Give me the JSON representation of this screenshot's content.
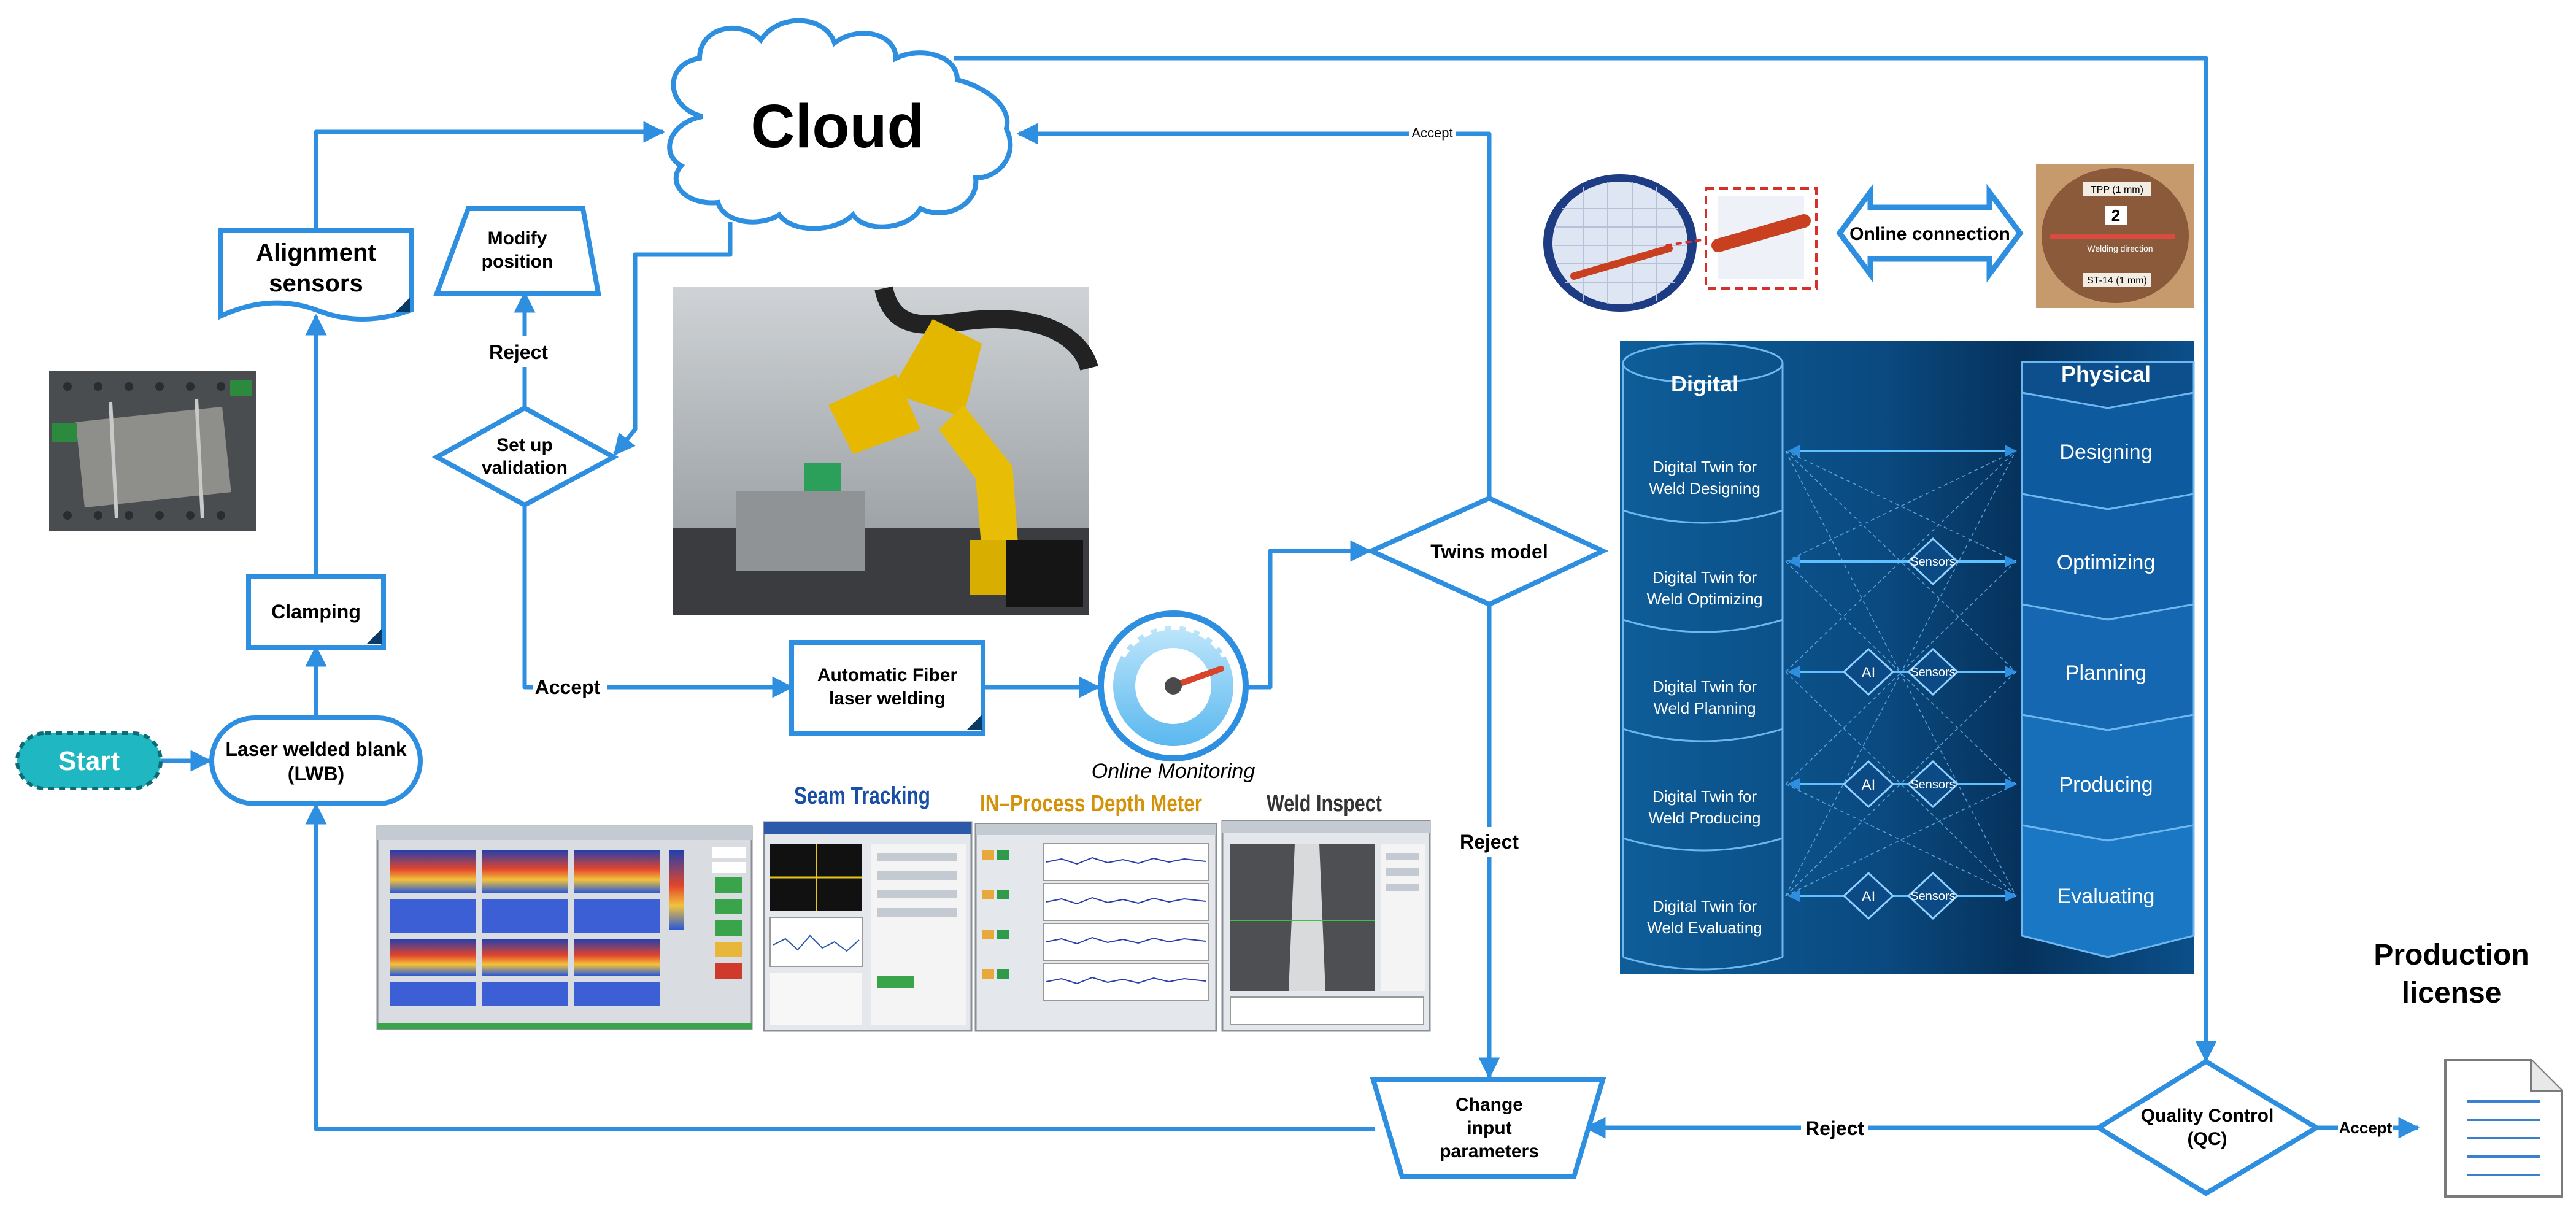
{
  "nodes": {
    "start": "Start",
    "lwb_line1": "Laser welded blank",
    "lwb_line2": "(LWB)",
    "clamping": "Clamping",
    "alignment_line1": "Alignment",
    "alignment_line2": "sensors",
    "cloud": "Cloud",
    "modify_line1": "Modify",
    "modify_line2": "position",
    "setup_line1": "Set up",
    "setup_line2": "validation",
    "afw_line1": "Automatic Fiber",
    "afw_line2": "laser welding",
    "online_monitoring": "Online Monitoring",
    "twins_model": "Twins model",
    "change_line1": "Change",
    "change_line2": "input",
    "change_line3": "parameters",
    "qc_line1": "Quality Control",
    "qc_line2": "(QC)",
    "production_line1": "Production",
    "production_line2": "license",
    "online_connection": "Online connection"
  },
  "edge_labels": {
    "reject_setup": "Reject",
    "accept_setup": "Accept",
    "accept_twins": "Accept",
    "reject_twins": "Reject",
    "reject_qc": "Reject",
    "accept_qc": "Accept"
  },
  "screenshot_titles": {
    "seam": "Seam Tracking",
    "depth": "IN–Process Depth Meter",
    "weld": "Weld Inspect"
  },
  "twin_panel": {
    "digital_header": "Digital",
    "physical_header": "Physical",
    "rows": [
      {
        "digital_line1": "Digital Twin for",
        "digital_line2": "Weld Designing",
        "physical": "Designing",
        "ai": "",
        "sensors": ""
      },
      {
        "digital_line1": "Digital Twin for",
        "digital_line2": "Weld Optimizing",
        "physical": "Optimizing",
        "ai": "",
        "sensors": "Sensors"
      },
      {
        "digital_line1": "Digital Twin for",
        "digital_line2": "Weld Planning",
        "physical": "Planning",
        "ai": "AI",
        "sensors": "Sensors"
      },
      {
        "digital_line1": "Digital Twin for",
        "digital_line2": "Weld Producing",
        "physical": "Producing",
        "ai": "AI",
        "sensors": "Sensors"
      },
      {
        "digital_line1": "Digital Twin for",
        "digital_line2": "Weld Evaluating",
        "physical": "Evaluating",
        "ai": "AI",
        "sensors": "Sensors"
      }
    ]
  },
  "sample_photo": {
    "tpp_label": "TPP (1 mm)",
    "st_label": "ST-14 (1 mm)",
    "number": "2",
    "direction_label": "Welding direction"
  },
  "colors": {
    "flow_blue": "#2e8fe0",
    "start_fill": "#1fb8c2",
    "panel_dark": "#0a3a66",
    "panel_mid": "#0e5a94"
  }
}
